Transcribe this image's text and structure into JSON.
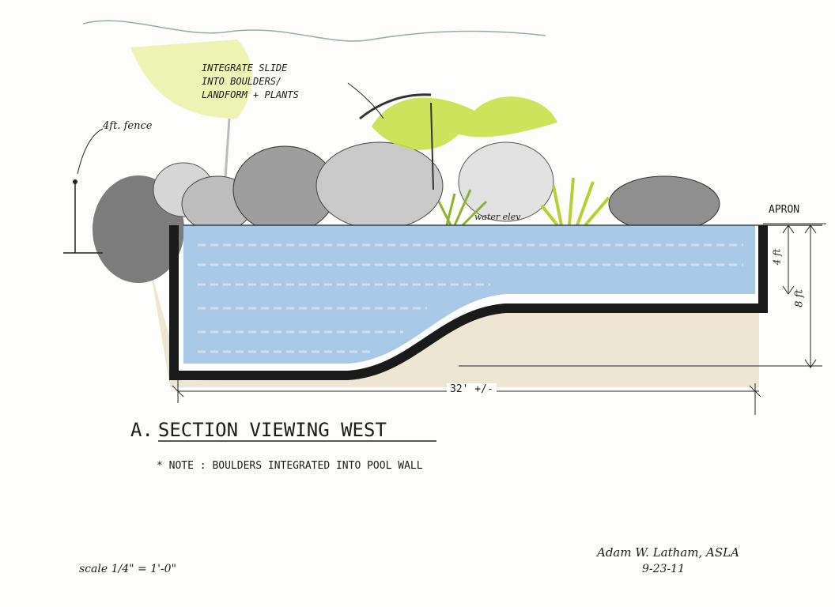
{
  "annotations": {
    "integrate_line1": "INTEGRATE SLIDE",
    "integrate_line2": "INTO BOULDERS/",
    "integrate_line3": "LANDFORM + PLANTS",
    "fence": "4ft. fence",
    "water_elev": "water elev",
    "apron": "APRON",
    "depth_shallow": "4 ft",
    "depth_deep": "8 ft",
    "length": "32' +/-"
  },
  "title": {
    "prefix": "A.",
    "text": "SECTION VIEWING WEST"
  },
  "note": "* NOTE : BOULDERS INTEGRATED INTO POOL WALL",
  "scale": "scale 1/4\" = 1'-0\"",
  "signature": {
    "name": "Adam W. Latham, ASLA",
    "date": "9-23-11"
  },
  "colors": {
    "water": "#a9c9e6",
    "boulder": "#8a8a8a",
    "foliage": "#c8e04a",
    "wall": "#1a1a1a"
  }
}
